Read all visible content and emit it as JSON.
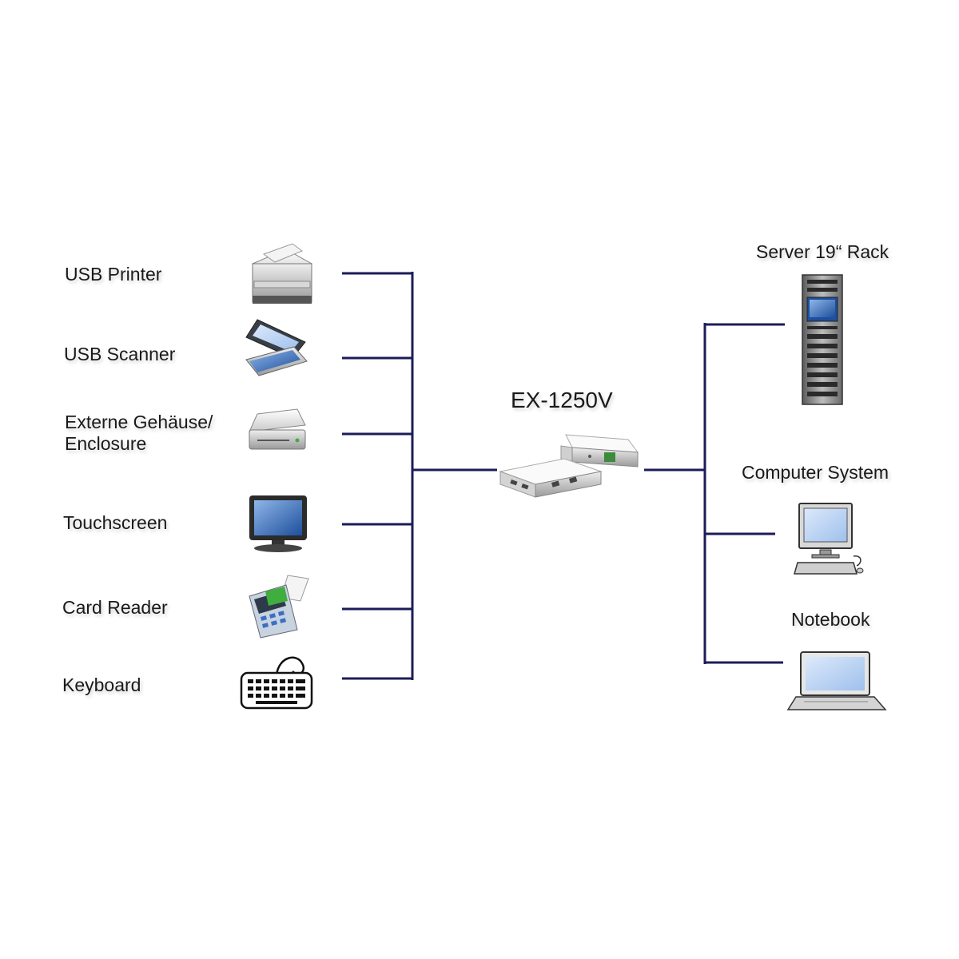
{
  "left_devices": [
    {
      "label": "USB Printer",
      "icon": "printer-icon"
    },
    {
      "label": "USB Scanner",
      "icon": "scanner-icon"
    },
    {
      "label_line1": "Externe Gehäuse/",
      "label_line2": "Enclosure",
      "icon": "enclosure-icon"
    },
    {
      "label": "Touchscreen",
      "icon": "touchscreen-icon"
    },
    {
      "label": "Card Reader",
      "icon": "card-reader-icon"
    },
    {
      "label": "Keyboard",
      "icon": "keyboard-icon"
    }
  ],
  "hub": {
    "label": "EX-1250V",
    "icon": "usb-hub-device-icon"
  },
  "right_devices": [
    {
      "label": "Server 19“ Rack",
      "icon": "server-rack-icon"
    },
    {
      "label": "Computer System",
      "icon": "desktop-computer-icon"
    },
    {
      "label": "Notebook",
      "icon": "laptop-icon"
    }
  ],
  "colors": {
    "line": "#1c1c5a",
    "shadow": "#cfcfcf"
  }
}
